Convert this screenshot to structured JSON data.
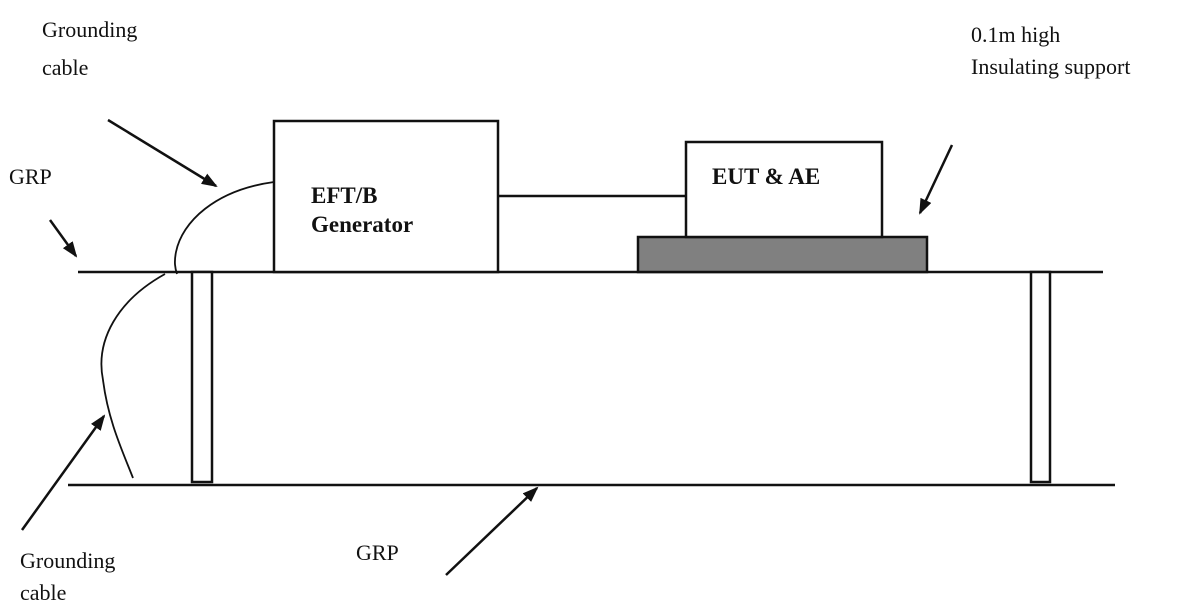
{
  "labels": {
    "grounding_cable_top_line1": "Grounding",
    "grounding_cable_top_line2": "cable",
    "grp_left": "GRP",
    "generator_line1": "EFT/B",
    "generator_line2": "Generator",
    "eut": "EUT & AE",
    "support_line1": "0.1m high",
    "support_line2": "Insulating support",
    "grounding_cable_bottom_line1": "Grounding",
    "grounding_cable_bottom_line2": "cable",
    "grp_bottom": "GRP"
  },
  "colors": {
    "line": "#111111",
    "support_fill": "#808080",
    "background": "#ffffff"
  }
}
